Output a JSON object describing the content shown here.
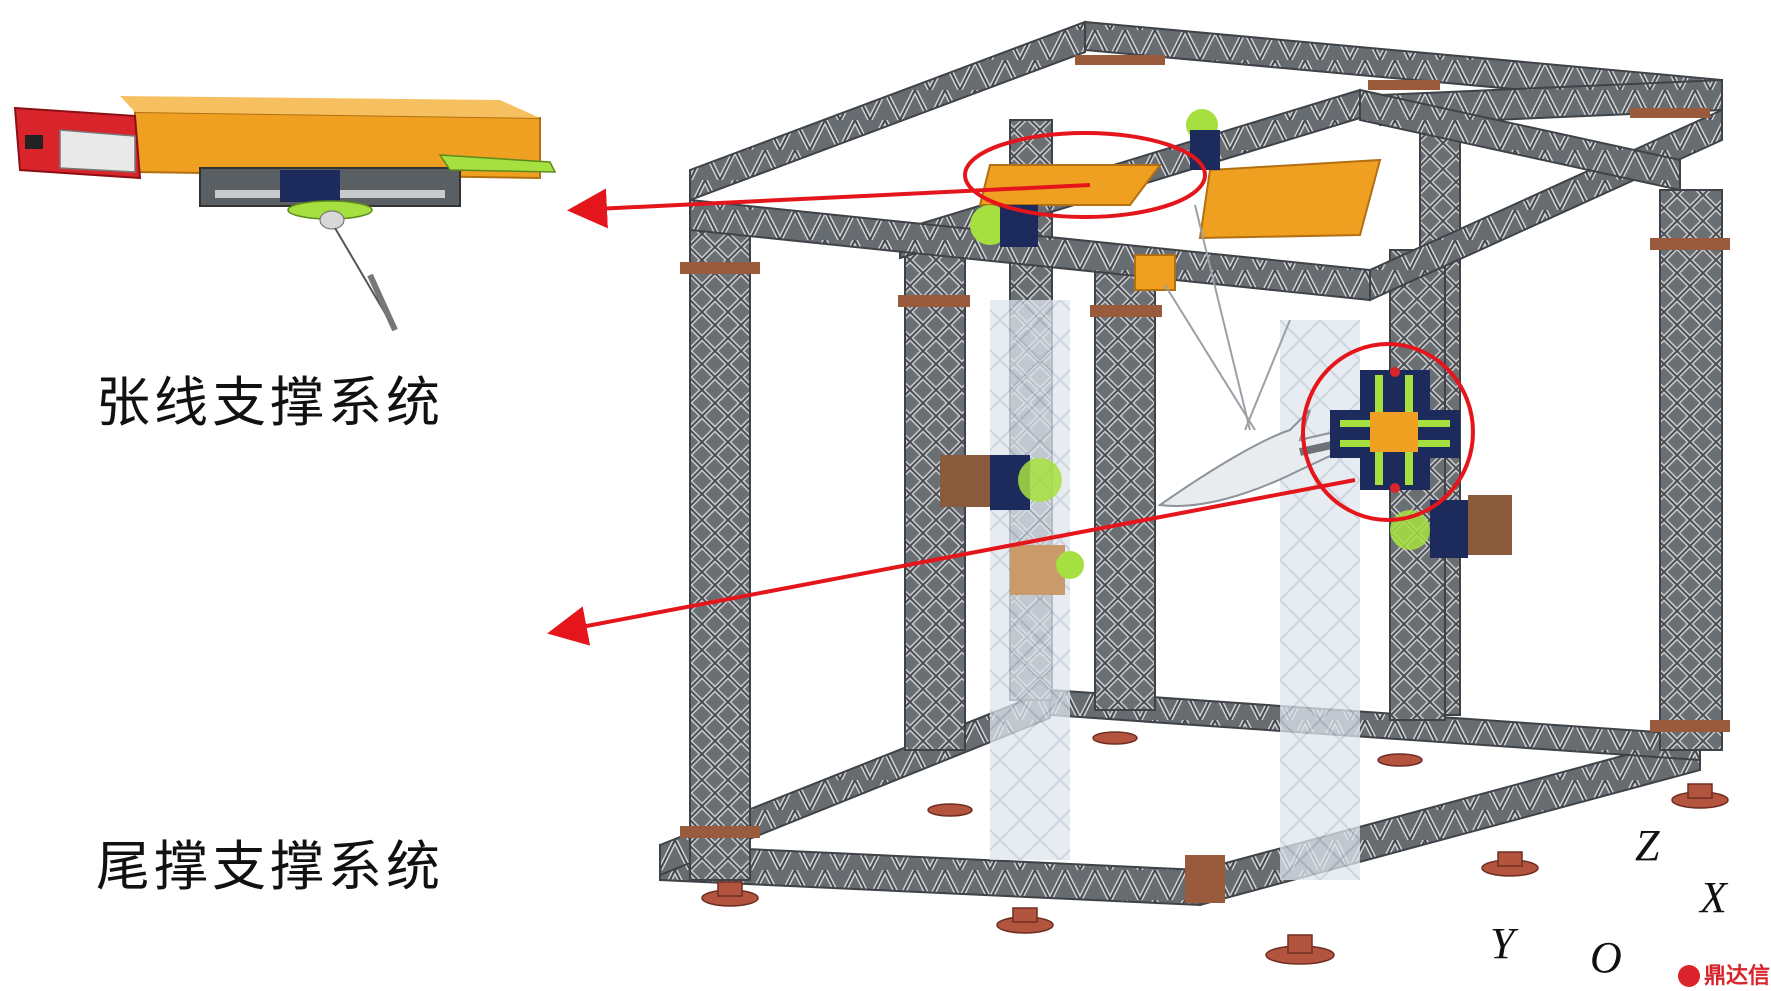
{
  "labels": {
    "wire_support": "张线支撑系统",
    "tail_support": "尾撑支撑系统"
  },
  "axes": {
    "z": "Z",
    "x": "X",
    "y": "Y",
    "o": "O"
  },
  "watermark": {
    "text": "鼎达信",
    "logo": "ring-logo-icon"
  },
  "colors": {
    "frame": "#5f6469",
    "frame_dark": "#3f4347",
    "beam_orange": "#f0a020",
    "slider_green": "#a6e040",
    "plate_navy": "#1d2a5c",
    "stopper_red": "#d8242a",
    "foot_red": "#b3543f",
    "callout_red": "#e4161c",
    "copper": "#9a5a3c"
  },
  "icons": [
    "arrow-icon",
    "ring-logo-icon"
  ]
}
